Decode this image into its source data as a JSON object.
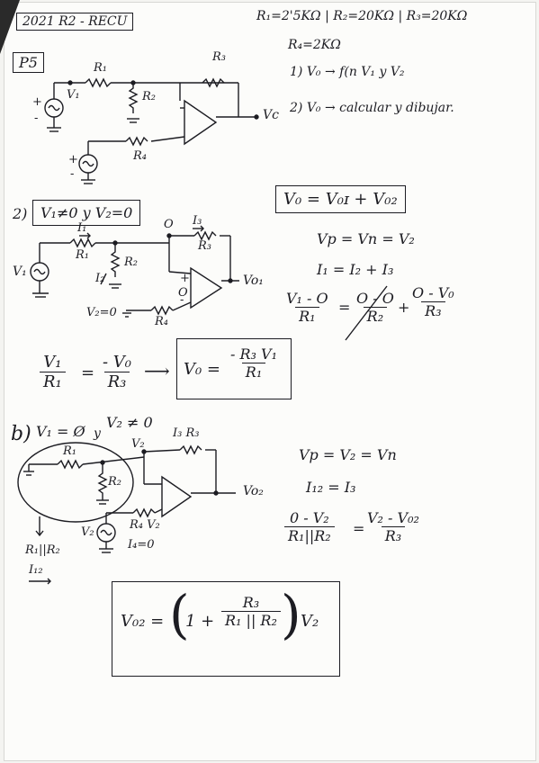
{
  "header": {
    "exam_id": "2021 R2 - RECU",
    "problem_label": "P5",
    "values_line1": "R₁=2'5KΩ | R₂=20KΩ | R₃=20KΩ",
    "values_line2": "R₄=2KΩ",
    "task1": "1) V₀ → f(n V₁ y V₂",
    "task2": "2) V₀ → calcular y dibujar."
  },
  "circuit1": {
    "labels": {
      "r1": "R₁",
      "r2": "R₂",
      "r3": "R₃",
      "r4": "R₄",
      "v1": "V₁",
      "vo": "Vc",
      "plus_a": "+",
      "minus_a": "-",
      "plus_b": "+",
      "minus_b": "-"
    }
  },
  "part_a": {
    "heading_num": "2)",
    "condition": "V₁≠0 y V₂=0",
    "labels": {
      "i1": "I₁",
      "r1": "R₁",
      "r2": "R₂",
      "i2": "I₂",
      "i3": "I₃",
      "r3": "R₃",
      "r4": "R₄",
      "v1": "V₁",
      "v2": "V₂=0",
      "vo": "Vo₁",
      "node_o_left": "O",
      "node_o_inp": "O",
      "plus": "+",
      "minus": "-"
    },
    "superposition": "V₀ = V₀ɪ + V₀₂",
    "eq1": "Vp = Vn = V₂",
    "eq2": "I₁ = I₂ + I₃",
    "kcl": {
      "n1": "V₁ - O",
      "d1": "R₁",
      "eq": "=",
      "n2": "O - O",
      "d2": "R₂",
      "plus": "+",
      "n3": "O - V₀",
      "d3": "R₃"
    },
    "ratio": {
      "n1": "V₁",
      "d1": "R₁",
      "eq": "=",
      "n2": "- V₀",
      "d2": "R₃",
      "arrow": "⟶"
    },
    "result": {
      "lhs": "V₀ =",
      "num": "- R₃ V₁",
      "den": "R₁"
    }
  },
  "part_b": {
    "heading": "b)",
    "cond1": "V₁ = Ø",
    "sep": "y",
    "cond2": "V₂ ≠ 0",
    "labels": {
      "r1": "R₁",
      "r2": "R₂",
      "v2top": "V₂",
      "i3r3": "I₃ R₃",
      "r4v2": "R₄ V₂",
      "v2src": "V₂",
      "i4": "I₄=0",
      "vo": "Vo₂",
      "parallel": "R₁||R₂",
      "i12": "I₁₂"
    },
    "eq1": "Vp = V₂ = Vn",
    "eq2": "I₁₂ = I₃",
    "kcl": {
      "n1": "0 - V₂",
      "d1": "R₁||R₂",
      "eq": "=",
      "n2": "V₂ - V₀₂",
      "d2": "R₃"
    },
    "result": {
      "lhs": "V₀₂ =",
      "one": "1 +",
      "num": "R₃",
      "den": "R₁ || R₂",
      "rhs": "V₂"
    }
  }
}
